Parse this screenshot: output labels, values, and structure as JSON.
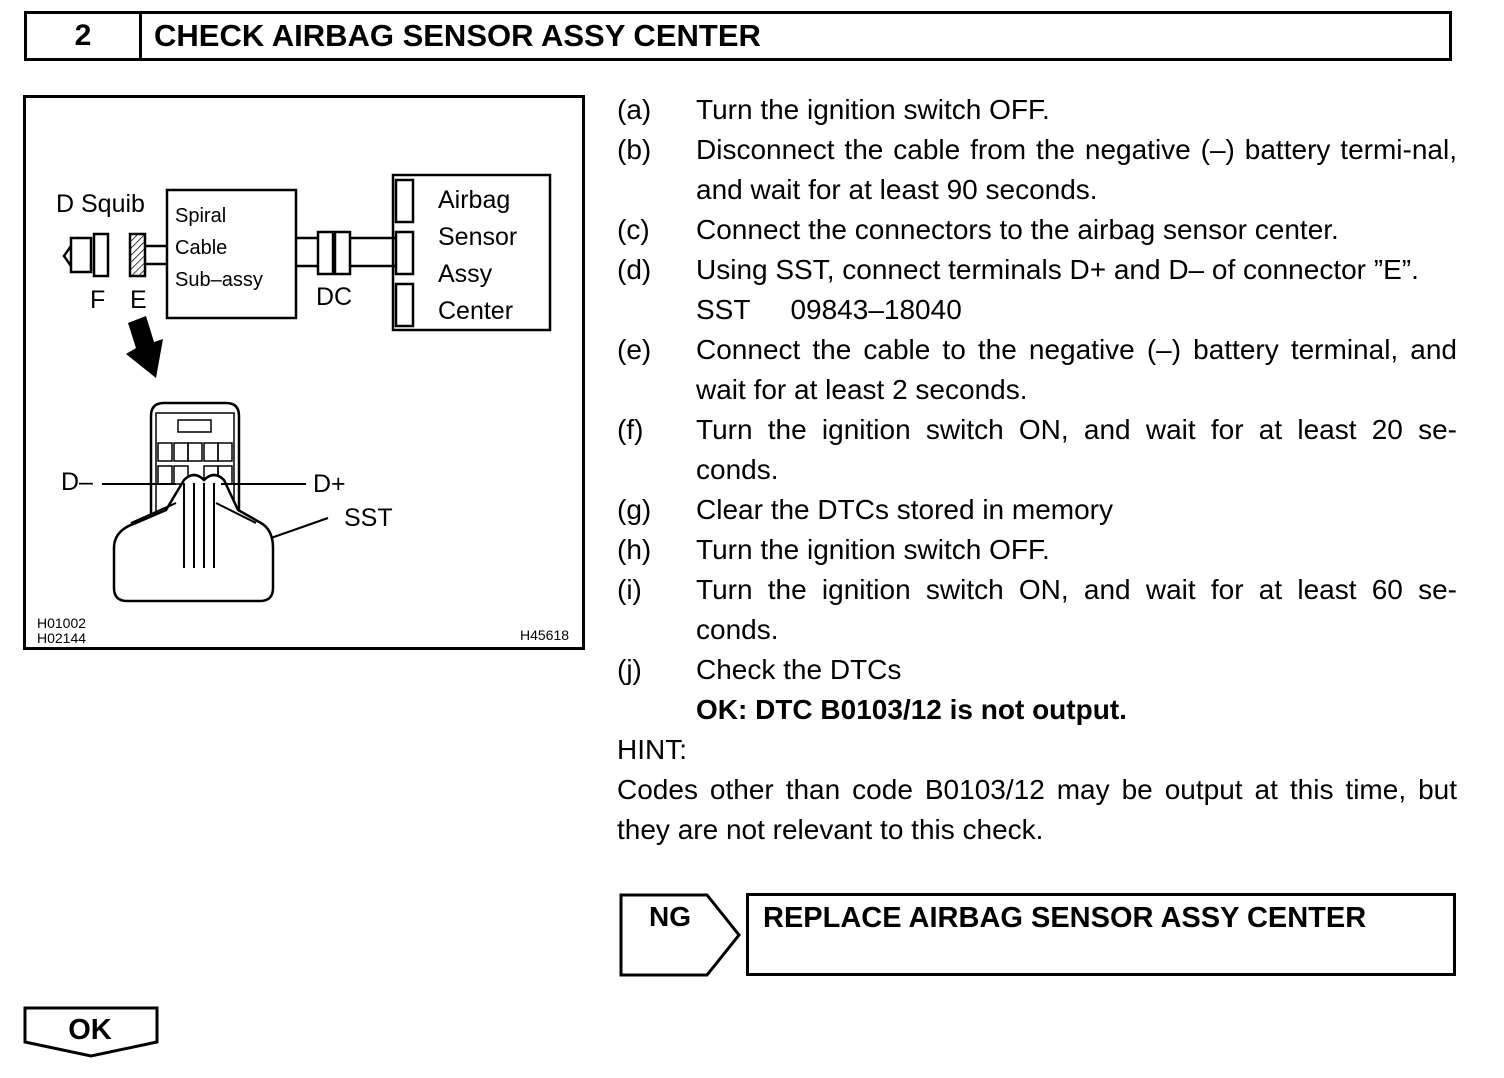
{
  "header": {
    "step_number": "2",
    "title": "CHECK AIRBAG SENSOR ASSY CENTER"
  },
  "figure": {
    "labels": {
      "d_squib": "D Squib",
      "spiral_cable": [
        "Spiral",
        "Cable",
        "Sub–assy"
      ],
      "airbag_sensor": [
        "Airbag",
        "Sensor",
        "Assy",
        "Center"
      ],
      "connector_f": "F",
      "connector_e": "E",
      "connector_dc": "DC",
      "d_minus": "D–",
      "d_plus": "D+",
      "sst": "SST"
    },
    "codes": {
      "left_1": "H01002",
      "left_2": "H02144",
      "right": "H45618"
    }
  },
  "steps": [
    {
      "letter": "(a)",
      "lines": [
        "Turn the ignition switch OFF."
      ]
    },
    {
      "letter": "(b)",
      "lines": [
        "Disconnect the cable from the negative (–) battery termi-nal, and wait for at least 90 seconds."
      ]
    },
    {
      "letter": "(c)",
      "lines": [
        "Connect the connectors to the airbag sensor center."
      ]
    },
    {
      "letter": "(d)",
      "lines": [
        "Using SST, connect terminals D+ and D– of connector ”E”."
      ],
      "sst_label": "SST",
      "sst_code": "09843–18040"
    },
    {
      "letter": "(e)",
      "lines": [
        "Connect the cable to the negative (–) battery terminal, and wait for at least 2 seconds."
      ]
    },
    {
      "letter": "(f)",
      "lines": [
        "Turn the ignition switch ON, and wait for at least 20 se-conds."
      ]
    },
    {
      "letter": "(g)",
      "lines": [
        "Clear the DTCs stored in memory"
      ]
    },
    {
      "letter": "(h)",
      "lines": [
        "Turn the ignition switch OFF."
      ]
    },
    {
      "letter": "(i)",
      "lines": [
        "Turn the ignition switch ON, and wait for at least 60 se-conds."
      ]
    },
    {
      "letter": "(j)",
      "lines": [
        "Check the DTCs"
      ],
      "ok_text": "OK: DTC B0103/12 is not output."
    }
  ],
  "hint": {
    "label": "HINT:",
    "text": "Codes other than code B0103/12 may be output at this time, but they are not relevant to this check."
  },
  "ng": {
    "label": "NG",
    "action": "REPLACE AIRBAG SENSOR ASSY CENTER"
  },
  "ok": {
    "label": "OK"
  }
}
